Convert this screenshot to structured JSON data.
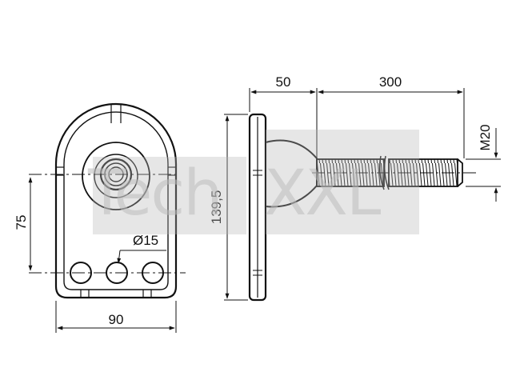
{
  "dimensions": {
    "bolt_offset": "50",
    "thread_length": "300",
    "thread_size": "M20",
    "plate_height": "139,5",
    "lower_height": "75",
    "hole_diameter": "Ø15",
    "plate_width": "90"
  },
  "watermark": {
    "brand_part1": "Tech",
    "brand_part2": "XXL"
  },
  "colors": {
    "line": "#111111",
    "watermark": "#bcbcbc"
  }
}
